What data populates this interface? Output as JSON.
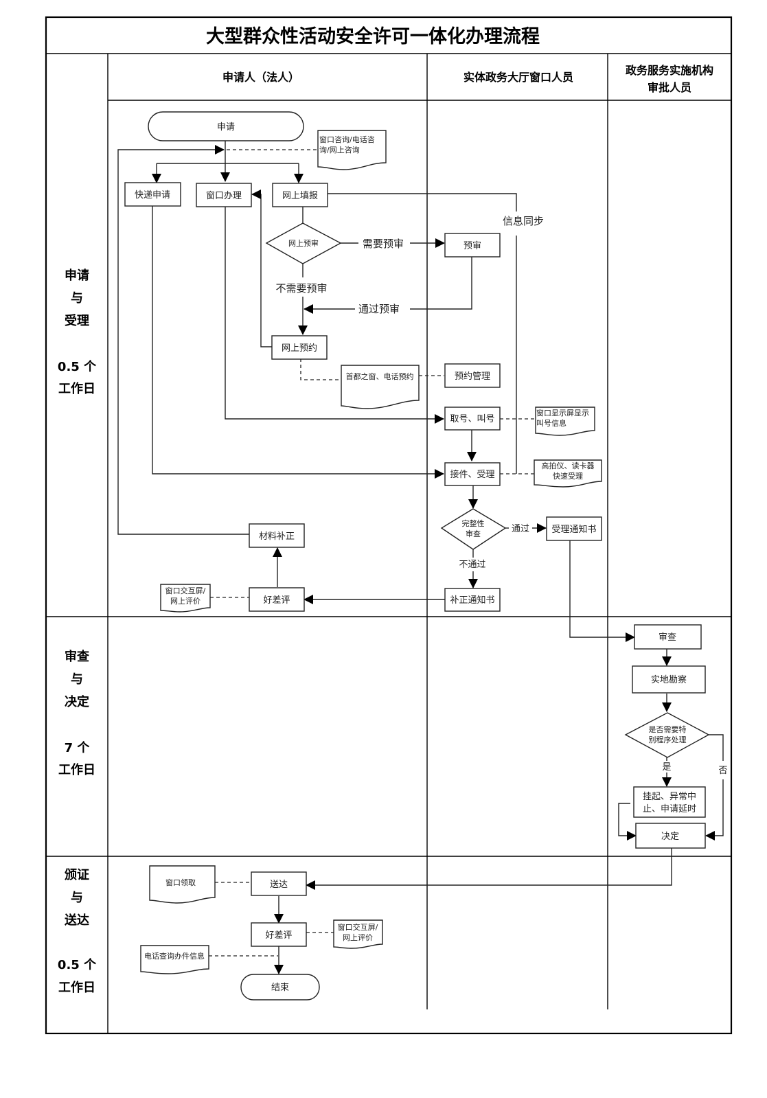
{
  "title": "大型群众性活动安全许可一体化办理流程",
  "lanes": [
    {
      "id": "applicant",
      "label": "申请人（法人）"
    },
    {
      "id": "window_staff",
      "label": "实体政务大厅窗口人员"
    },
    {
      "id": "approver",
      "label_line1": "政务服务实施机构",
      "label_line2": "审批人员"
    }
  ],
  "phases": [
    {
      "id": "apply",
      "lines": [
        "申请",
        "与",
        "受理"
      ],
      "duration": [
        "0.5 个",
        "工作日"
      ]
    },
    {
      "id": "review",
      "lines": [
        "审查",
        "与",
        "决定"
      ],
      "duration": [
        "7 个",
        "工作日"
      ]
    },
    {
      "id": "issue",
      "lines": [
        "颁证",
        "与",
        "送达"
      ],
      "duration": [
        "0.5 个",
        "工作日"
      ]
    }
  ],
  "nodes": {
    "start": "申请",
    "consult_doc": [
      "窗口咨询/电话咨",
      "询/网上咨询"
    ],
    "express": "快递申请",
    "window": "窗口办理",
    "online_fill": "网上填报",
    "online_precheck": "网上预审",
    "precheck": "预审",
    "online_booking": "网上预约",
    "booking_doc": "首都之窗、电话预约",
    "booking_mgmt": "预约管理",
    "queue": "取号、叫号",
    "queue_doc": [
      "窗口显示屏显示",
      "叫号信息"
    ],
    "accept": "接件、受理",
    "accept_doc": [
      "高拍仪、读卡器",
      "快速受理"
    ],
    "completeness": [
      "完整性",
      "审查"
    ],
    "accept_notice": "受理通知书",
    "correction_notice": "补正通知书",
    "rating1": "好差评",
    "rating1_doc": [
      "窗口交互屏/",
      "网上评价"
    ],
    "material_fix": "材料补正",
    "review": "审查",
    "site_survey": "实地勘察",
    "special_decision": [
      "是否需要特",
      "别程序处理"
    ],
    "suspend": [
      "挂起、异常中",
      "止、申请延时"
    ],
    "decide": "决定",
    "deliver": "送达",
    "pickup_doc": "窗口领取",
    "rating2": "好差评",
    "rating2_doc": [
      "窗口交互屏/",
      "网上评价"
    ],
    "phone_doc": "电话查询办件信息",
    "end": "结束"
  },
  "edge_labels": {
    "need_precheck": "需要预审",
    "no_precheck": "不需要预审",
    "pass_precheck": "通过预审",
    "info_sync": "信息同步",
    "pass": "通过",
    "fail": "不通过",
    "yes": "是",
    "no": "否"
  }
}
